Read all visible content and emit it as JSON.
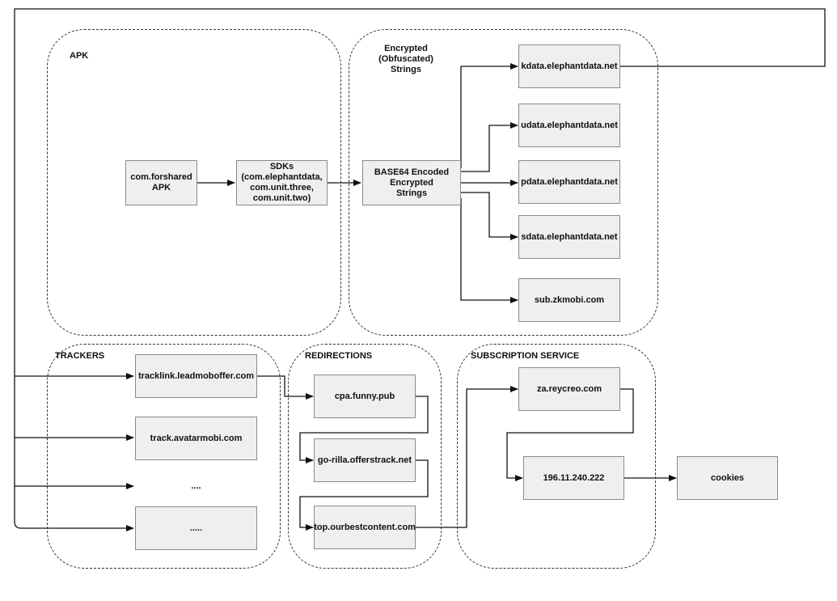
{
  "groups": {
    "apk": "APK",
    "encrypted": [
      "Encrypted",
      "(Obfuscated)",
      "Strings"
    ],
    "trackers": "TRACKERS",
    "redirections": "REDIRECTIONS",
    "subscription": "SUBSCRIPTION SERVICE"
  },
  "nodes": {
    "forshared": [
      "com.forshared",
      "APK"
    ],
    "sdks": [
      "SDKs",
      "(com.elephantdata,",
      "com.unit.three,",
      "com.unit.two)"
    ],
    "base64": [
      "BASE64 Encoded",
      "Encrypted",
      "Strings"
    ],
    "kdata": "kdata.elephantdata.net",
    "udata": "udata.elephantdata.net",
    "pdata": "pdata.elephantdata.net",
    "sdata": "sdata.elephantdata.net",
    "zkmobi": "sub.zkmobi.com",
    "tracklink": "tracklink.leadmoboffer.com",
    "avatarmobi": "track.avatarmobi.com",
    "dots4": "....",
    "dots5": ".....",
    "funnypub": "cpa.funny.pub",
    "gorilla": "go-rilla.offerstrack.net",
    "ourbest": "top.ourbestcontent.com",
    "reycreo": "za.reycreo.com",
    "ip": "196.11.240.222",
    "cookies": "cookies"
  }
}
